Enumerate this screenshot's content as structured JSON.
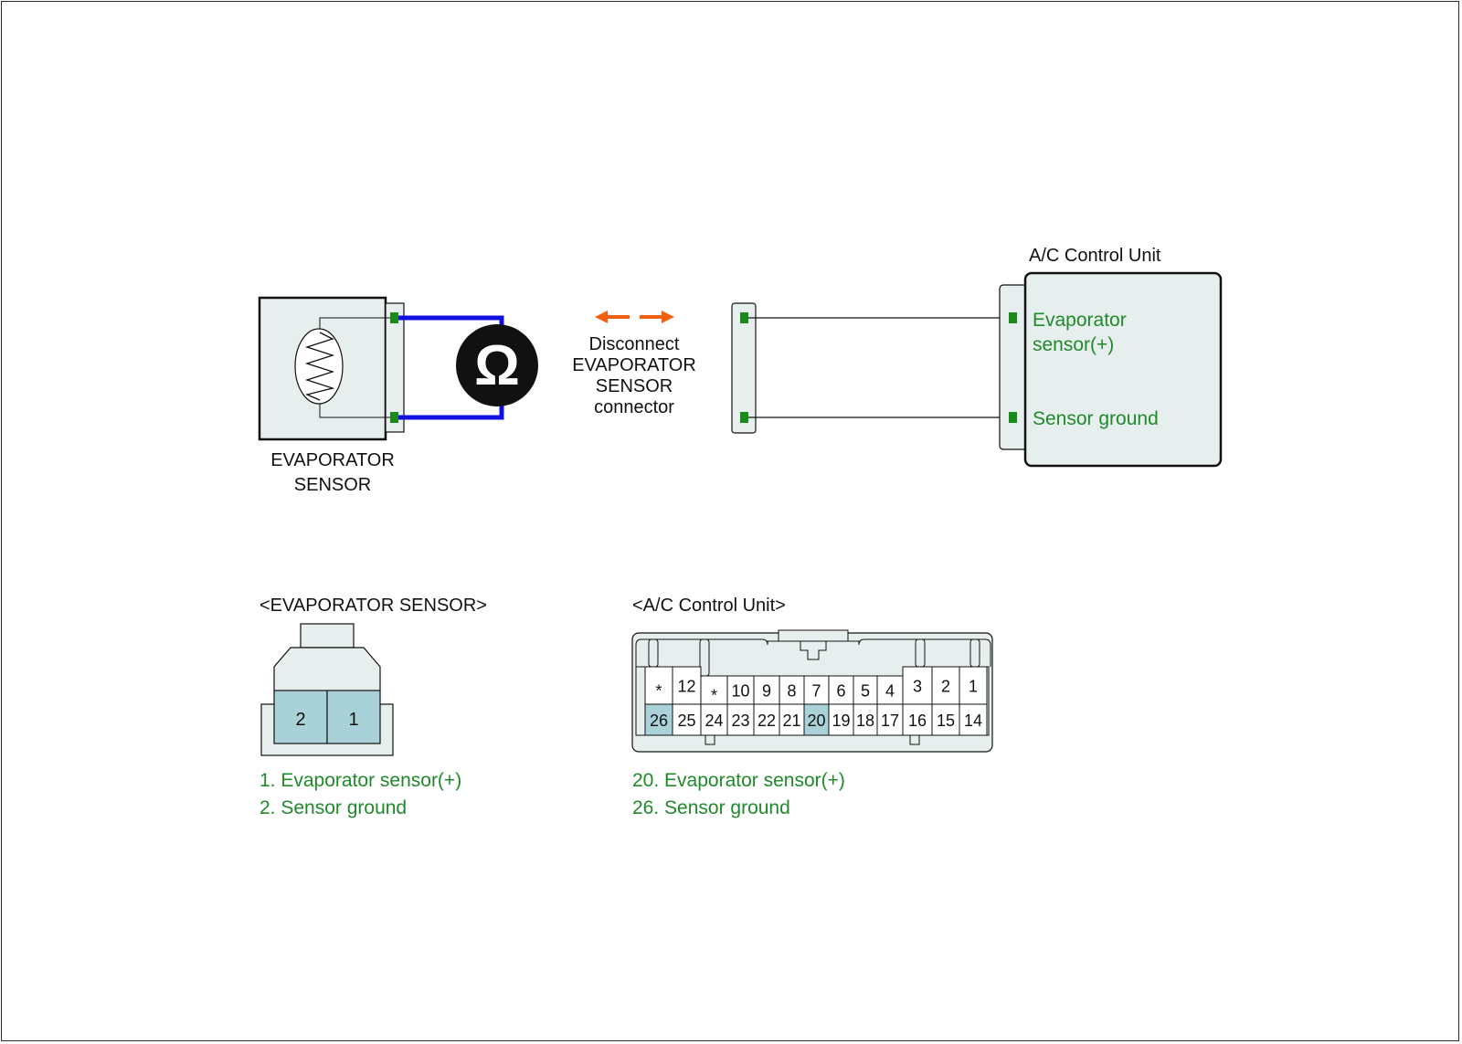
{
  "colors": {
    "wire_measure": "#1010e0",
    "arrow": "#f06010",
    "pin_terminal": "#1a8a1a",
    "label_green": "#1f8a2a",
    "component_fill": "#e7eeee",
    "pin_highlight": "#a9d1d8"
  },
  "icons": {
    "ohmmeter": "ohm-symbol",
    "thermistor": "thermistor-symbol"
  },
  "diagram": {
    "evap_sensor_label_line1": "EVAPORATOR",
    "evap_sensor_label_line2": "SENSOR",
    "ohm_symbol": "Ω",
    "instruction_line1": "Disconnect",
    "instruction_line2": "EVAPORATOR",
    "instruction_line3": "SENSOR",
    "instruction_line4": "connector",
    "ac_unit_title": "A/C Control Unit",
    "ac_pin1_label_line1": "Evaporator",
    "ac_pin1_label_line2": "sensor(+)",
    "ac_pin2_label": "Sensor ground"
  },
  "evap_connector": {
    "title": "<EVAPORATOR SENSOR>",
    "pin_left": "2",
    "pin_right": "1",
    "legend": [
      "1. Evaporator sensor(+)",
      "2. Sensor ground"
    ]
  },
  "ac_connector": {
    "title": "<A/C Control Unit>",
    "top_row": [
      "*",
      "12",
      "*",
      "10",
      "9",
      "8",
      "7",
      "6",
      "5",
      "4",
      "3",
      "2",
      "1"
    ],
    "bottom_row": [
      "26",
      "25",
      "24",
      "23",
      "22",
      "21",
      "20",
      "19",
      "18",
      "17",
      "16",
      "15",
      "14"
    ],
    "highlighted_pins": [
      "26",
      "20"
    ],
    "legend": [
      "20. Evaporator sensor(+)",
      "26. Sensor ground"
    ]
  }
}
